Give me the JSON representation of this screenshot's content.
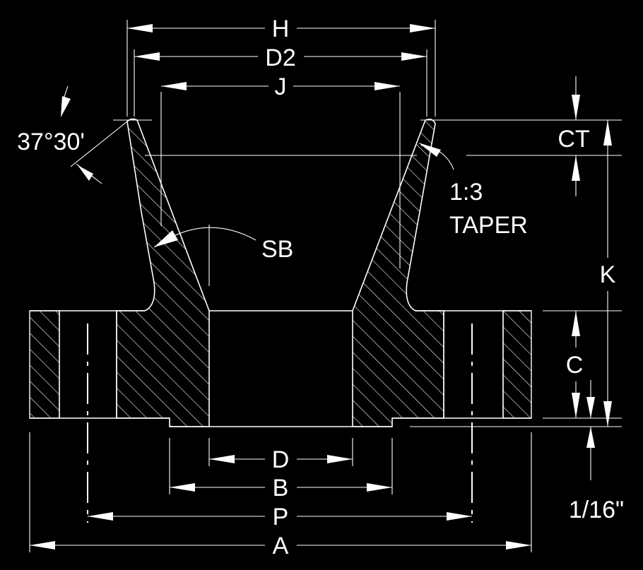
{
  "labels": {
    "H": "H",
    "D2": "D2",
    "J": "J",
    "angle": "37°30'",
    "CT": "CT",
    "taper_ratio": "1:3",
    "taper_word": "TAPER",
    "SB": "SB",
    "K": "K",
    "C": "C",
    "D": "D",
    "B": "B",
    "P": "P",
    "A": "A",
    "raised_face": "1/16\""
  },
  "colors": {
    "background": "#000000",
    "linework": "#ffffff"
  }
}
